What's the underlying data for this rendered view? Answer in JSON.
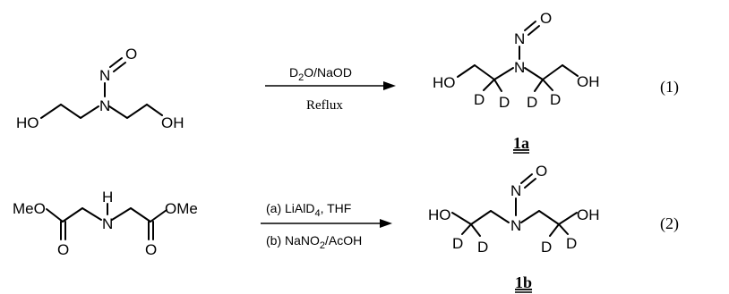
{
  "reaction1": {
    "reagent_main": "D",
    "reagent_sub": "2",
    "reagent_rest": "O/NaOD",
    "condition": "Reflux",
    "eq_number": "(1)",
    "product_label": "1a"
  },
  "reaction2": {
    "step_a_pre": "(a) LiAlD",
    "step_a_sub": "4",
    "step_a_post": ", THF",
    "step_b_pre": "(b) NaNO",
    "step_b_sub": "2",
    "step_b_post": "/AcOH",
    "eq_number": "(2)",
    "product_label": "1b"
  },
  "atoms": {
    "HO": "HO",
    "OH": "OH",
    "N": "N",
    "O": "O",
    "D": "D",
    "H": "H",
    "MeO": "MeO",
    "OMe": "OMe"
  }
}
